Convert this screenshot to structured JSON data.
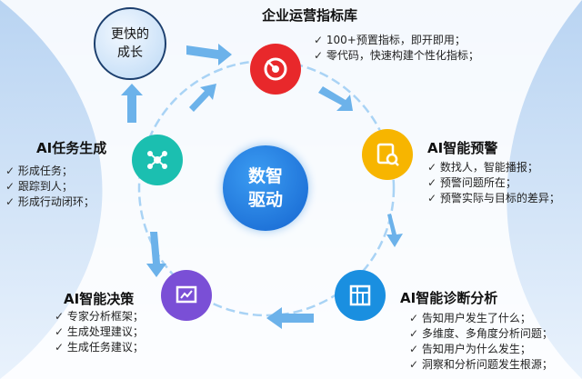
{
  "center": {
    "line1": "数智",
    "line2": "驱动"
  },
  "bubble": {
    "line1": "更快的",
    "line2": "成长"
  },
  "nodes": [
    {
      "title": "企业运营指标库",
      "items": [
        "100+预置指标，即开即用；",
        "零代码，快速构建个性化指标；"
      ],
      "color": "#e8282b",
      "icon": "target-icon"
    },
    {
      "title": "AI智能预警",
      "items": [
        "数找人，智能播报；",
        "预警问题所在；",
        "预警实际与目标的差异；"
      ],
      "color": "#f7b500",
      "icon": "alert-search-icon"
    },
    {
      "title": "AI智能诊断分析",
      "items": [
        "告知用户发生了什么；",
        "多维度、多角度分析问题；",
        "告知用户为什么发生；",
        "洞察和分析问题发生根源；"
      ],
      "color": "#1a8fe0",
      "icon": "table-icon"
    },
    {
      "title": "AI智能决策",
      "items": [
        "专家分析框架；",
        "生成处理建议；",
        "生成任务建议；"
      ],
      "color": "#7a4fd6",
      "icon": "chart-icon"
    },
    {
      "title": "AI任务生成",
      "items": [
        "形成任务；",
        "跟踪到人；",
        "形成行动闭环；"
      ],
      "color": "#1bbfb0",
      "icon": "network-icon"
    }
  ]
}
